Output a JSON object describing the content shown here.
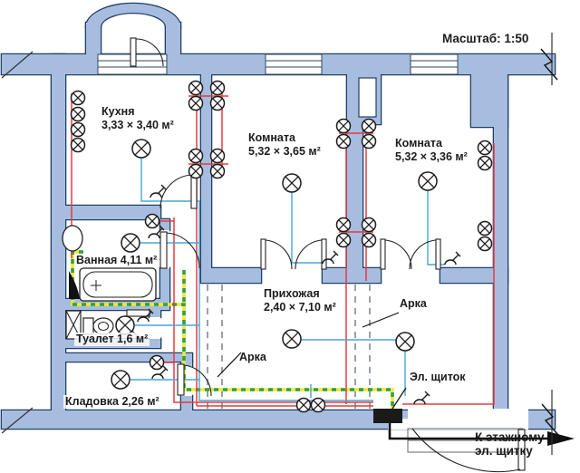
{
  "scale_label": "Масштаб: 1:50",
  "rooms": {
    "kitchen": {
      "name": "Кухня",
      "dimensions": "3,33 × 3,40 м²"
    },
    "room_1": {
      "name": "Комната",
      "dimensions": "5,32 × 3,65 м²"
    },
    "room_2": {
      "name": "Комната",
      "dimensions": "5,32 × 3,36 м²"
    },
    "hallway": {
      "name": "Прихожая",
      "dimensions": "2,40 × 7,10 м²"
    },
    "bathroom": {
      "label": "Ванная 4,11 м²"
    },
    "toilet": {
      "label": "Туалет 1,6 м²"
    },
    "storage": {
      "label": "Кладовка 2,26 м²"
    }
  },
  "annotations": {
    "arch_left": "Арка",
    "arch_right": "Арка",
    "panel": "Эл. щиток",
    "exit_line_1": "К этажному",
    "exit_line_2": "эл. щитку"
  },
  "symbols": {
    "ceiling_lamp": "circle-with-cross",
    "socket": "circle-with-cross",
    "switch": "single-pole-switch-flag",
    "vent_shaft": "crossed-box",
    "electrical_panel": "black-rectangle"
  },
  "colors": {
    "wall_fill": "#a7bddf",
    "wall_outline": "#1f4066",
    "power_wire": "#e63b40",
    "lighting_wire": "#45a7d8",
    "grounding_yellow": "#f2e636",
    "grounding_green": "#2fa04a",
    "arch_dash": "#9aa0a6",
    "panel": "#1a1a1a",
    "symbol_stroke": "#1c1c1c"
  }
}
